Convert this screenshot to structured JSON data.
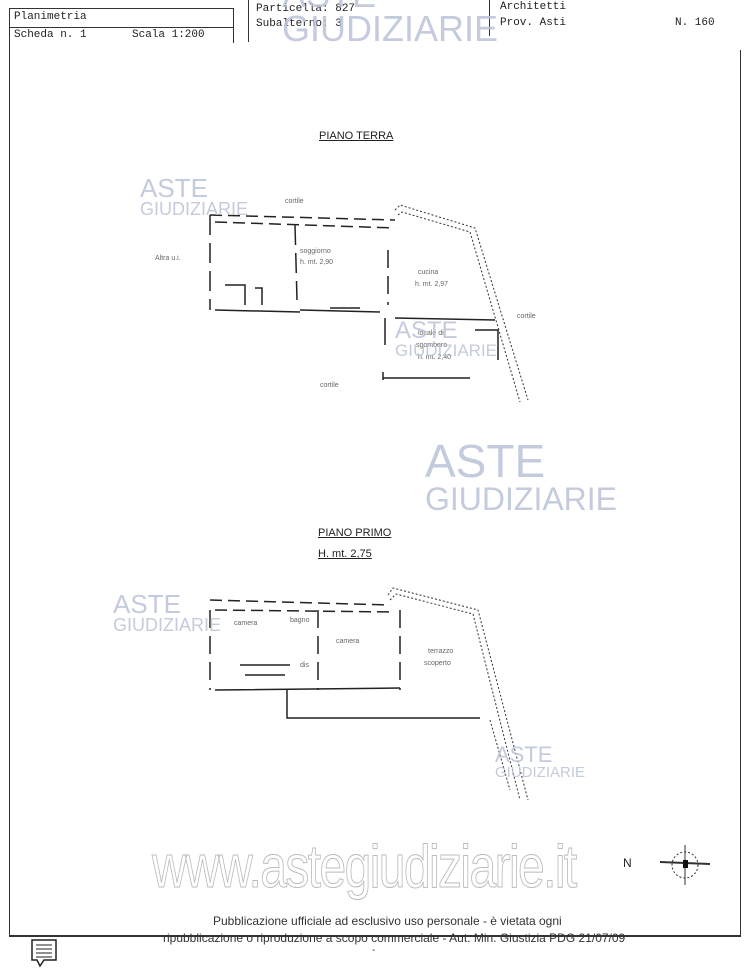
{
  "header": {
    "doc_type": "Planimetria",
    "sheet": "Scheda n. 1",
    "scale": "Scala 1:200",
    "particella": "Particella: 827",
    "subalterno": "Subalterno: 3",
    "professional": "Architetti",
    "province": "Prov. Asti",
    "number": "N. 160"
  },
  "watermark": {
    "line1": "ASTE",
    "line2": "GIUDIZIARIE",
    "url": "www.astegiudiziarie.it"
  },
  "ground_floor": {
    "title": "PIANO TERRA",
    "labels": [
      "cortile",
      "Altra u.i.",
      "soggiorno",
      "h. mt. 2,90",
      "cucina",
      "h. mt. 2,97",
      "cortile",
      "locale di",
      "sgombero",
      "h. mt. 2,40",
      "cortile"
    ]
  },
  "first_floor": {
    "title": "PIANO PRIMO",
    "height": "H. mt. 2,75",
    "labels": [
      "camera",
      "bagno",
      "camera",
      "dis",
      "terrazzo",
      "scoperto"
    ]
  },
  "compass": {
    "north_label": "N"
  },
  "footer": {
    "line1": "Pubblicazione ufficiale ad esclusivo uso personale - è vietata ogni",
    "line2": "ripubblicazione o riproduzione a scopo commerciale - Aut. Min. Giustizia PDG 21/07/09",
    "dash": "-"
  }
}
